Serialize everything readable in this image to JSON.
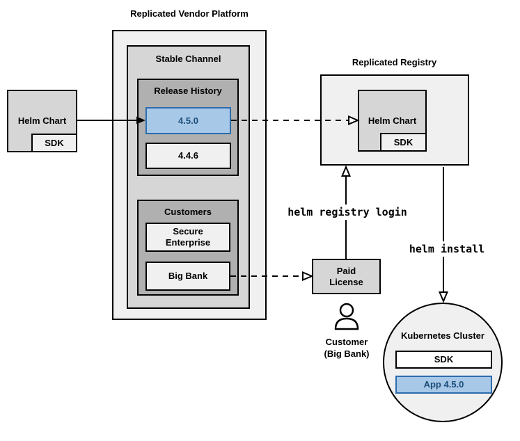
{
  "colors": {
    "accent_blue_fill": "#a8c8e8",
    "accent_blue_stroke": "#2b6cad",
    "accent_blue_text": "#1c4e79",
    "light_gray": "#f0f0f0",
    "mid_gray": "#d6d6d6",
    "dark_gray": "#b0b0b0"
  },
  "vendor_platform": {
    "title": "Replicated Vendor Platform",
    "stable_channel": {
      "title": "Stable Channel",
      "release_history": {
        "title": "Release History",
        "releases": [
          {
            "version": "4.5.0",
            "highlighted": true
          },
          {
            "version": "4.4.6",
            "highlighted": false
          }
        ]
      },
      "customers": {
        "title": "Customers",
        "items": [
          {
            "name": "Secure Enterprise"
          },
          {
            "name": "Big Bank"
          }
        ]
      }
    }
  },
  "source_helm_chart": {
    "title": "Helm Chart",
    "sdk": "SDK"
  },
  "registry": {
    "title": "Replicated Registry",
    "helm_chart": {
      "title": "Helm Chart",
      "sdk": "SDK"
    }
  },
  "paid_license": {
    "title": "Paid License"
  },
  "customer": {
    "name": "Customer",
    "detail": "(Big Bank)"
  },
  "commands": {
    "registry_login": "helm registry login",
    "install": "helm install"
  },
  "kubernetes_cluster": {
    "title": "Kubernetes Cluster",
    "sdk": "SDK",
    "app": "App 4.5.0"
  }
}
